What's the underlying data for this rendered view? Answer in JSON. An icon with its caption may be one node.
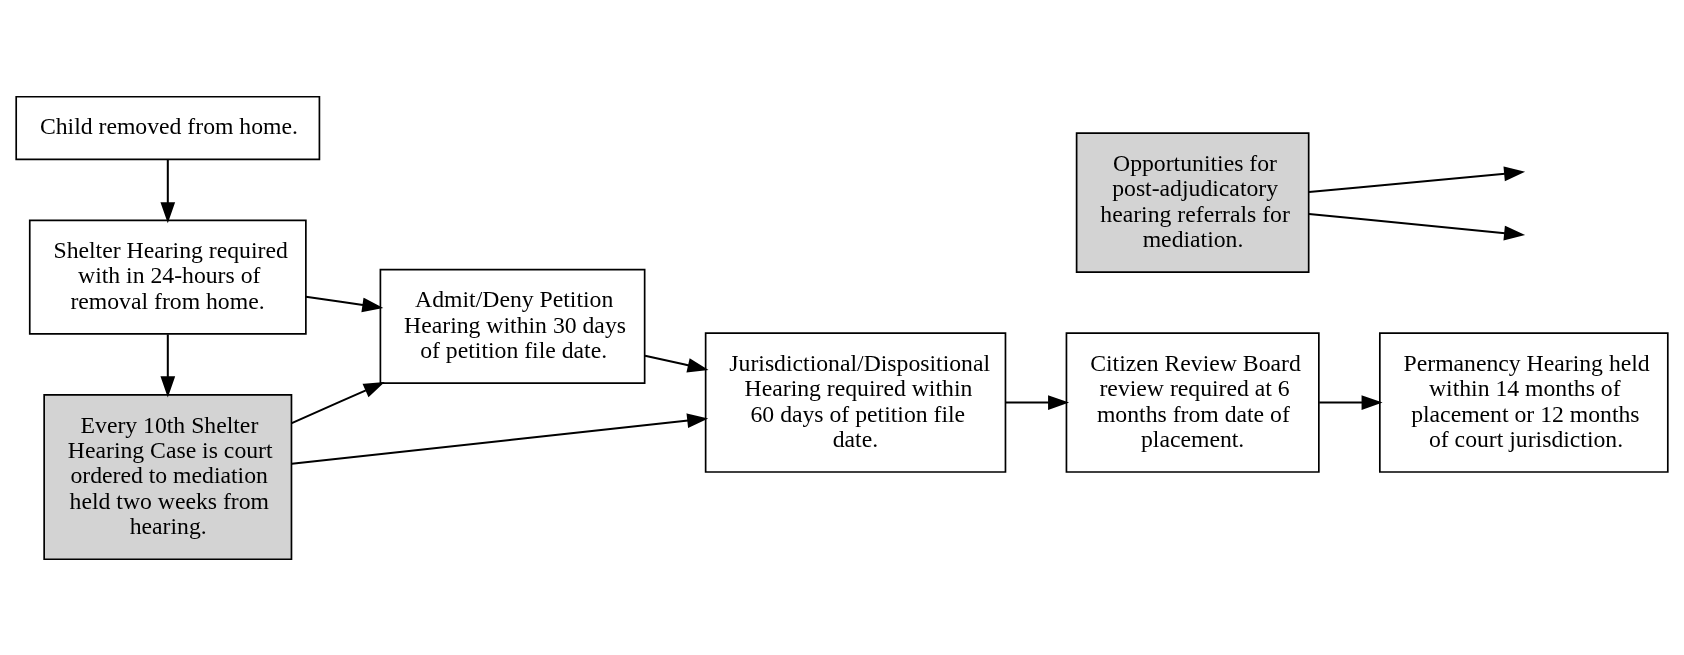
{
  "diagram": {
    "nodes": [
      {
        "text": [
          "Child removed from home."
        ]
      },
      {
        "text": [
          "Shelter Hearing required with in 24-hours of removal from home."
        ]
      },
      {
        "text": [
          "Admit/Deny Petition Hearing within 30 days of petition file date."
        ]
      },
      {
        "text": [
          "Jurisdictional/Dispositional Hearing required within 60 days of petition file date."
        ]
      },
      {
        "text": [
          "Citizen Review Board review required at 6 months from date of placement."
        ]
      },
      {
        "text": [
          "Permanency Hearing held within 14 months of placement or 12 months of court jurisdiction."
        ]
      },
      {
        "text": [
          "Every 10th Shelter Hearing Case is court ordered to mediation held two weeks from hearing."
        ]
      },
      {
        "text": [
          "Opportunities for post-adjudicatory hearing referrals for mediation."
        ]
      }
    ],
    "edges": [
      {
        "from": 0,
        "to": 1,
        "arrow": "to"
      },
      {
        "from": 1,
        "to": 2,
        "arrow": "to"
      },
      {
        "from": 2,
        "to": 3,
        "arrow": "to"
      },
      {
        "from": 3,
        "to": 4,
        "arrow": "to"
      },
      {
        "from": 4,
        "to": 5,
        "arrow": "to"
      },
      {
        "from": 1,
        "to": 6,
        "arrow": "to"
      },
      {
        "from": 6,
        "to": 2,
        "arrow": "to"
      },
      {
        "from": 6,
        "to": 3,
        "arrow": "to"
      },
      {
        "from": 7,
        "to": null,
        "arrow": "to"
      },
      {
        "from": 7,
        "to": null,
        "arrow": "to"
      }
    ]
  }
}
